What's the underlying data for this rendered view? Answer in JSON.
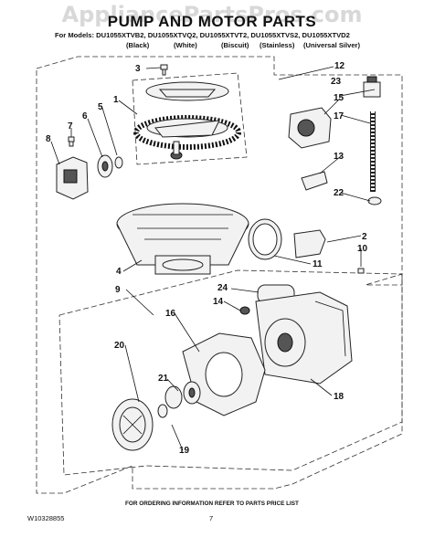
{
  "watermark": "AppliancePartsPros.com",
  "title": "PUMP AND MOTOR PARTS",
  "models_line": "For Models: DU1055XTVB2, DU1055XTVQ2, DU1055XTVT2, DU1055XTVS2, DU1055XTVD2",
  "colors": [
    "(Black)",
    "(White)",
    "(Biscuit)",
    "(Stainless)",
    "(Universal Silver)"
  ],
  "callouts": {
    "c1": "1",
    "c2": "2",
    "c3": "3",
    "c4": "4",
    "c5": "5",
    "c6": "6",
    "c7": "7",
    "c8": "8",
    "c9": "9",
    "c10": "10",
    "c11": "11",
    "c12": "12",
    "c13": "13",
    "c14": "14",
    "c15": "15",
    "c16": "16",
    "c17": "17",
    "c18": "18",
    "c19": "19",
    "c20": "20",
    "c21": "21",
    "c22": "22",
    "c23": "23",
    "c24": "24"
  },
  "footer_note": "FOR ORDERING INFORMATION REFER TO PARTS PRICE LIST",
  "doc_number": "W10328855",
  "page_number": "7"
}
